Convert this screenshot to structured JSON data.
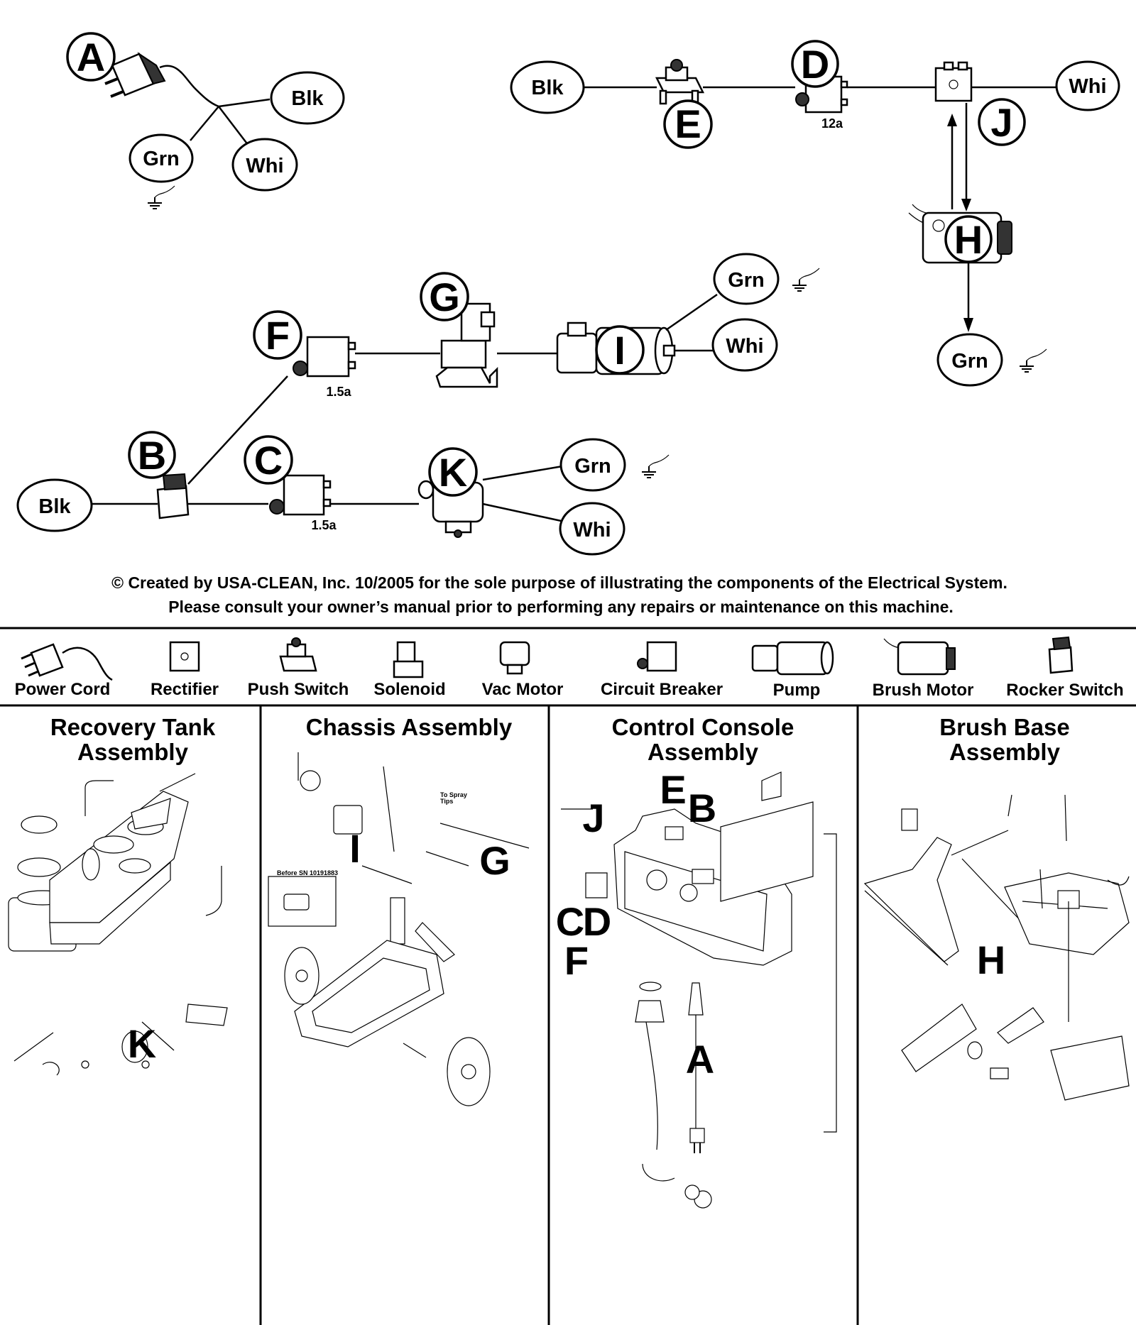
{
  "wiring": {
    "wire_colors": {
      "blk": "Blk",
      "whi": "Whi",
      "grn": "Grn"
    },
    "component_letters": {
      "a": "A",
      "b": "B",
      "c": "C",
      "d": "D",
      "e": "E",
      "f": "F",
      "g": "G",
      "h": "H",
      "i": "I",
      "j": "J",
      "k": "K"
    },
    "ratings": {
      "d": "12a",
      "f": "1.5a",
      "c": "1.5a"
    }
  },
  "notice": {
    "line1": "© Created by USA-CLEAN, Inc. 10/2005 for the sole purpose of illustrating the components of the Electrical System.",
    "line2": "Please consult your owner’s manual prior to performing any repairs or maintenance on this machine."
  },
  "legend": {
    "items": [
      {
        "label": "Power Cord",
        "icon": "power-cord-icon"
      },
      {
        "label": "Rectifier",
        "icon": "rectifier-icon"
      },
      {
        "label": "Push Switch",
        "icon": "push-switch-icon"
      },
      {
        "label": "Solenoid",
        "icon": "solenoid-icon"
      },
      {
        "label": "Vac Motor",
        "icon": "vac-motor-icon"
      },
      {
        "label": "Circuit Breaker",
        "icon": "circuit-breaker-icon"
      },
      {
        "label": "Pump",
        "icon": "pump-icon"
      },
      {
        "label": "Brush Motor",
        "icon": "brush-motor-icon"
      },
      {
        "label": "Rocker Switch",
        "icon": "rocker-switch-icon"
      }
    ]
  },
  "assemblies": {
    "recovery_tank": {
      "title_line1": "Recovery Tank",
      "title_line2": "Assembly",
      "callout_letters": [
        "K"
      ]
    },
    "chassis": {
      "title_line1": "Chassis Assembly",
      "callout_letters": [
        "I",
        "G"
      ],
      "note_before_sn": "Before SN 10191883",
      "note_spray_tips_1": "To Spray",
      "note_spray_tips_2": "Tips"
    },
    "control_console": {
      "title_line1": "Control Console",
      "title_line2": "Assembly",
      "callout_letters": [
        "E",
        "B",
        "J",
        "C",
        "D",
        "F",
        "A"
      ]
    },
    "brush_base": {
      "title_line1": "Brush Base",
      "title_line2": "Assembly",
      "callout_letters": [
        "H"
      ]
    }
  }
}
